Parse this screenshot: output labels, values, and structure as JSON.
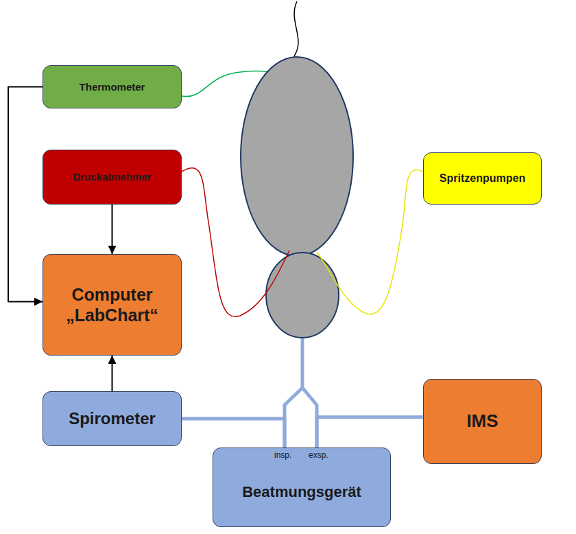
{
  "diagram": {
    "nodes": [
      {
        "text": [
          "Thermometer"
        ]
      },
      {
        "text": [
          "Druckabnehmer"
        ]
      },
      {
        "text": [
          "Spritzenpumpen"
        ]
      },
      {
        "text": [
          "Computer „LabChart“"
        ]
      },
      {
        "text": [
          "Spirometer"
        ]
      },
      {
        "text": [
          "IMS"
        ]
      },
      {
        "text": [
          "insp.",
          "exsp.",
          "Beatmungsgerät"
        ]
      }
    ],
    "edges": [
      {
        "from": 0,
        "to": 3,
        "arrow": "to"
      },
      {
        "from": 1,
        "to": 3,
        "arrow": "to"
      },
      {
        "from": 4,
        "to": 3,
        "arrow": "to"
      },
      {
        "from": 4,
        "to": 6,
        "arrow": "none"
      },
      {
        "from": 5,
        "to": 6,
        "arrow": "none"
      }
    ]
  }
}
